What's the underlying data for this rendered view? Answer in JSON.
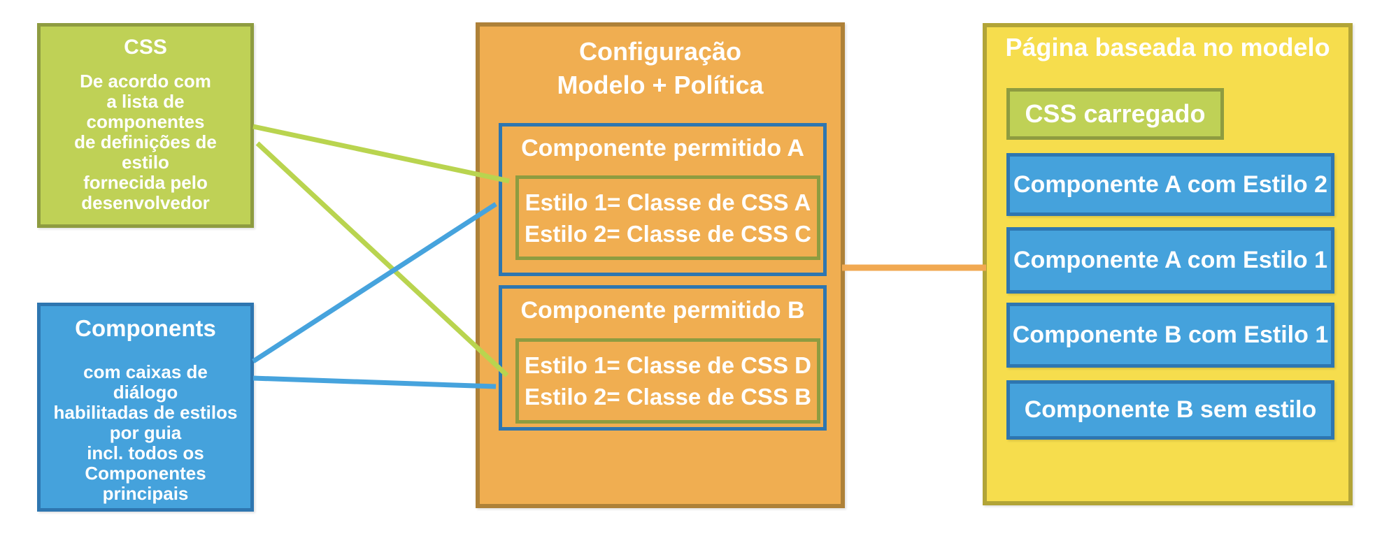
{
  "colors": {
    "green_fill": "#bfd156",
    "green_border": "#8e9c40",
    "blue_fill": "#45a2dc",
    "blue_border": "#2e76b0",
    "orange_fill": "#f0ae51",
    "orange_border": "#ae8138",
    "yellow_fill": "#f6dd4d",
    "yellow_border": "#b2a437",
    "connector_green": "#b9d44f",
    "connector_blue": "#46a3dd",
    "connector_orange": "#f1a952",
    "text": "#ffffff"
  },
  "left": {
    "css_box": {
      "title": "CSS",
      "body": "De acordo com\na lista de\ncomponentes\nde definições de\nestilo\nfornecida pelo\ndesenvolvedor"
    },
    "components_box": {
      "title": "Components",
      "body": "com caixas de\ndiálogo\nhabilitadas de estilos\npor guia\nincl. todos os\nComponentes\nprincipais"
    }
  },
  "middle": {
    "title": "Configuração\nModelo + Política",
    "groups": [
      {
        "label": "Componente permitido A",
        "styles": [
          "Estilo 1= Classe de CSS A",
          "Estilo 2= Classe de CSS C"
        ]
      },
      {
        "label": "Componente permitido B",
        "styles": [
          "Estilo 1= Classe de CSS D",
          "Estilo 2= Classe de CSS B"
        ]
      }
    ]
  },
  "right": {
    "title": "Página baseada no modelo",
    "css_loaded": "CSS carregado",
    "components": [
      "Componente A com Estilo 2",
      "Componente A com Estilo 1",
      "Componente B com Estilo 1",
      "Componente B sem estilo"
    ]
  }
}
